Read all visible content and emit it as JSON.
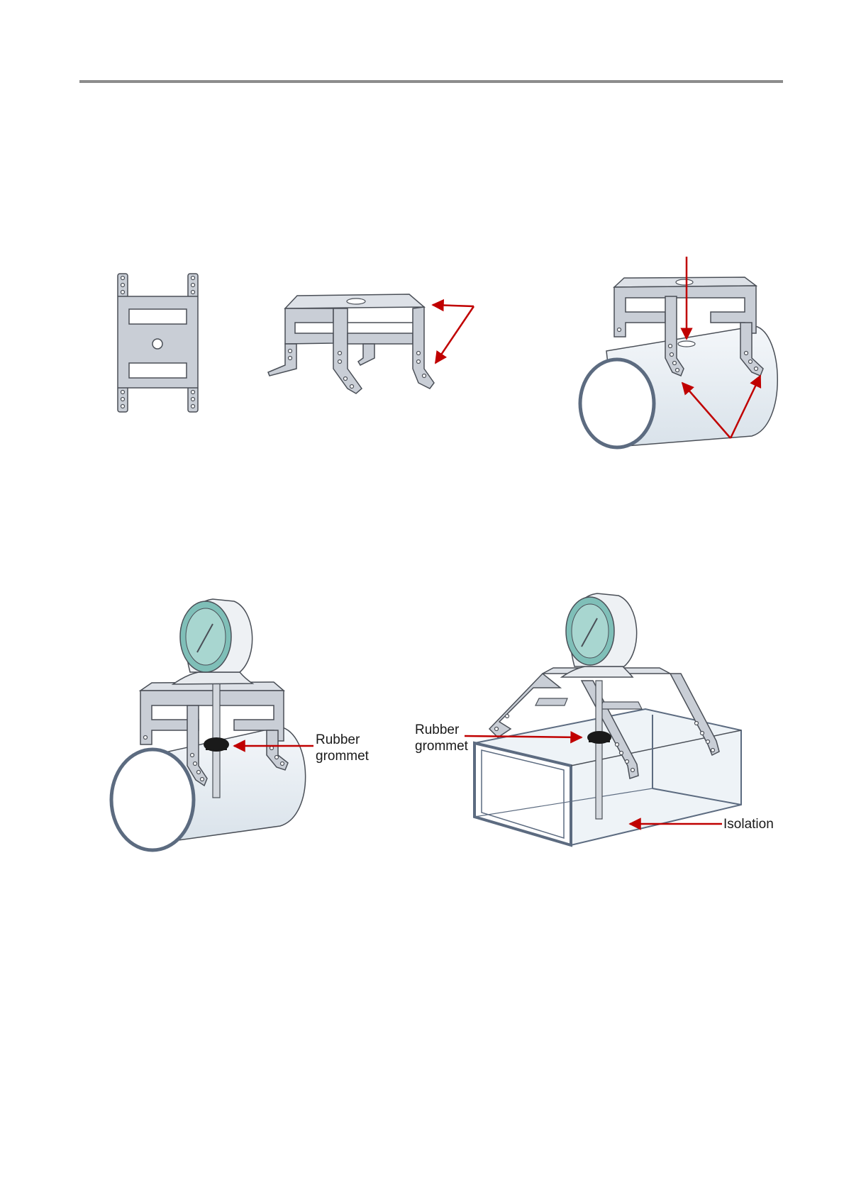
{
  "header": {
    "rule_color": "#8c8c8c"
  },
  "colors": {
    "metal": "#c9ced6",
    "metal_stroke": "#4a4f57",
    "duct": "#e6ecf2",
    "duct_rim": "#5c6b80",
    "arrow": "#c00000",
    "grommet": "#1a1a1a",
    "dial": "#7fbfb8"
  },
  "icons": {
    "arrow": "arrow-icon",
    "grommet": "grommet-icon"
  },
  "labels": {
    "round_grommet_line1": "Rubber",
    "round_grommet_line2": "grommet",
    "rect_grommet_line1": "Rubber",
    "rect_grommet_line2": "grommet",
    "isolation": "Isolation"
  }
}
